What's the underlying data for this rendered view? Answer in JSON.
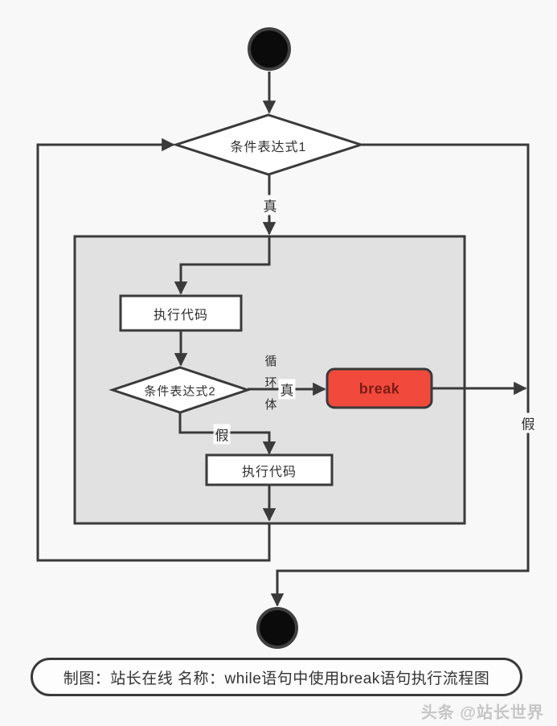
{
  "flowchart": {
    "caption": "制图：站长在线 名称：while语句中使用break语句执行流程图",
    "watermark": "头条 @站长世界",
    "nodes": {
      "condition1": "条件表达式1",
      "condition2": "条件表达式2",
      "execute1": "执行代码",
      "execute2": "执行代码",
      "break_label": "break",
      "loop_body": "循环体"
    },
    "edge_labels": {
      "true1": "真",
      "true2": "真",
      "false_inner": "假",
      "false_outer": "假"
    },
    "colors": {
      "background": "#f8f8f8",
      "line": "#3a3a3a",
      "loop_body_fill": "#e1e1e1",
      "node_fill": "#ffffff",
      "break_fill": "#f2493d",
      "break_text": "#7c1d15",
      "terminal_fill": "#0b0b0b"
    }
  }
}
